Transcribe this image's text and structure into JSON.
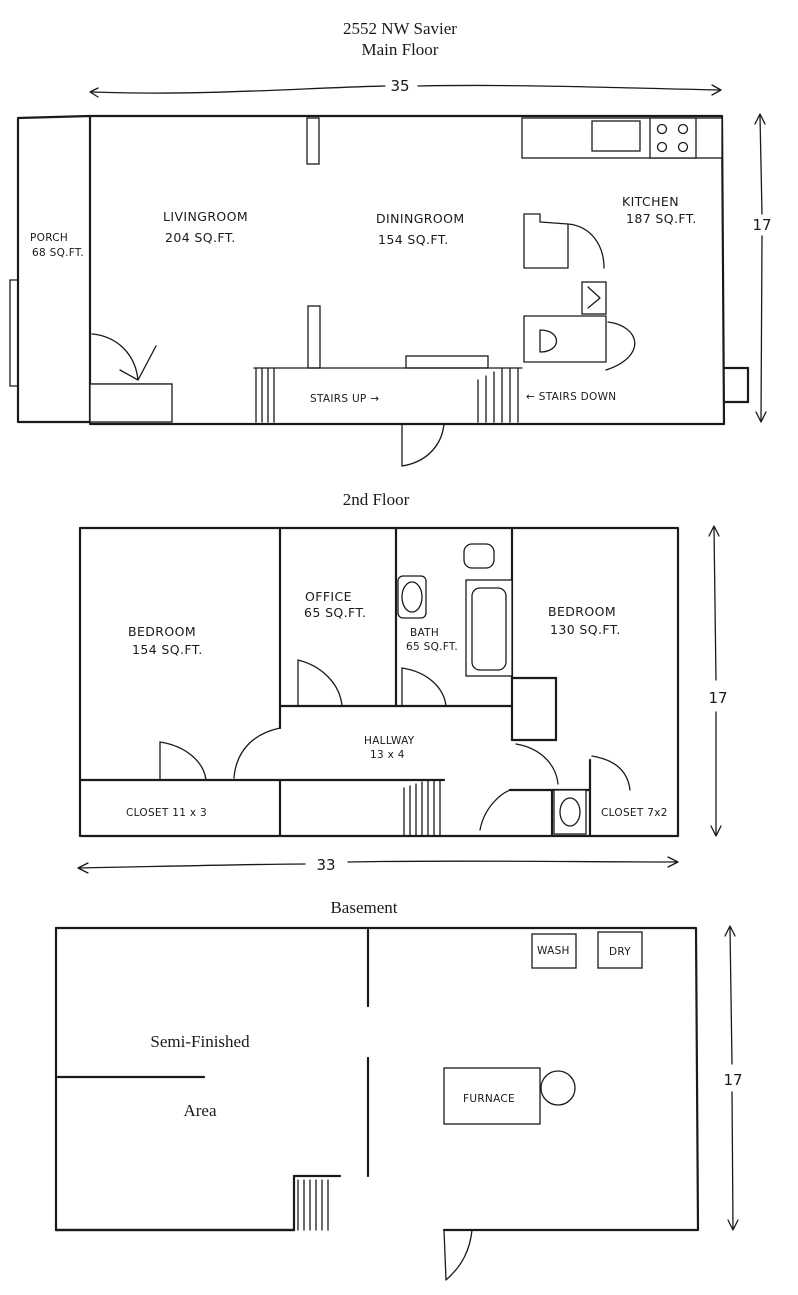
{
  "header": {
    "address": "2552 NW Savier",
    "main_floor_title": "Main Floor"
  },
  "main_floor": {
    "width_dim": "35",
    "depth_dim": "17",
    "rooms": {
      "porch_name": "PORCH",
      "porch_area": "68 SQ.FT.",
      "living_name": "LIVINGROOM",
      "living_area": "204 SQ.FT.",
      "dining_name": "DININGROOM",
      "dining_area": "154 SQ.FT.",
      "kitchen_name": "KITCHEN",
      "kitchen_area": "187 SQ.FT."
    },
    "stairs_up": "STAIRS UP →",
    "stairs_down": "← STAIRS DOWN"
  },
  "second_floor": {
    "title": "2nd Floor",
    "width_dim": "33",
    "depth_dim": "17",
    "rooms": {
      "bedroom1_name": "BEDROOM",
      "bedroom1_area": "154 SQ.FT.",
      "office_name": "OFFICE",
      "office_area": "65 SQ.FT.",
      "bath_name": "BATH",
      "bath_area": "65 SQ.FT.",
      "bedroom2_name": "BEDROOM",
      "bedroom2_area": "130 SQ.FT.",
      "hallway_name": "HALLWAY",
      "hallway_area": "13 x 4",
      "closet1": "CLOSET 11 x 3",
      "closet2": "CLOSET 7x2"
    }
  },
  "basement": {
    "title": "Basement",
    "depth_dim": "17",
    "area_line1": "Semi-Finished",
    "area_line2": "Area",
    "wash": "WASH",
    "dry": "DRY",
    "furnace": "FURNACE"
  }
}
